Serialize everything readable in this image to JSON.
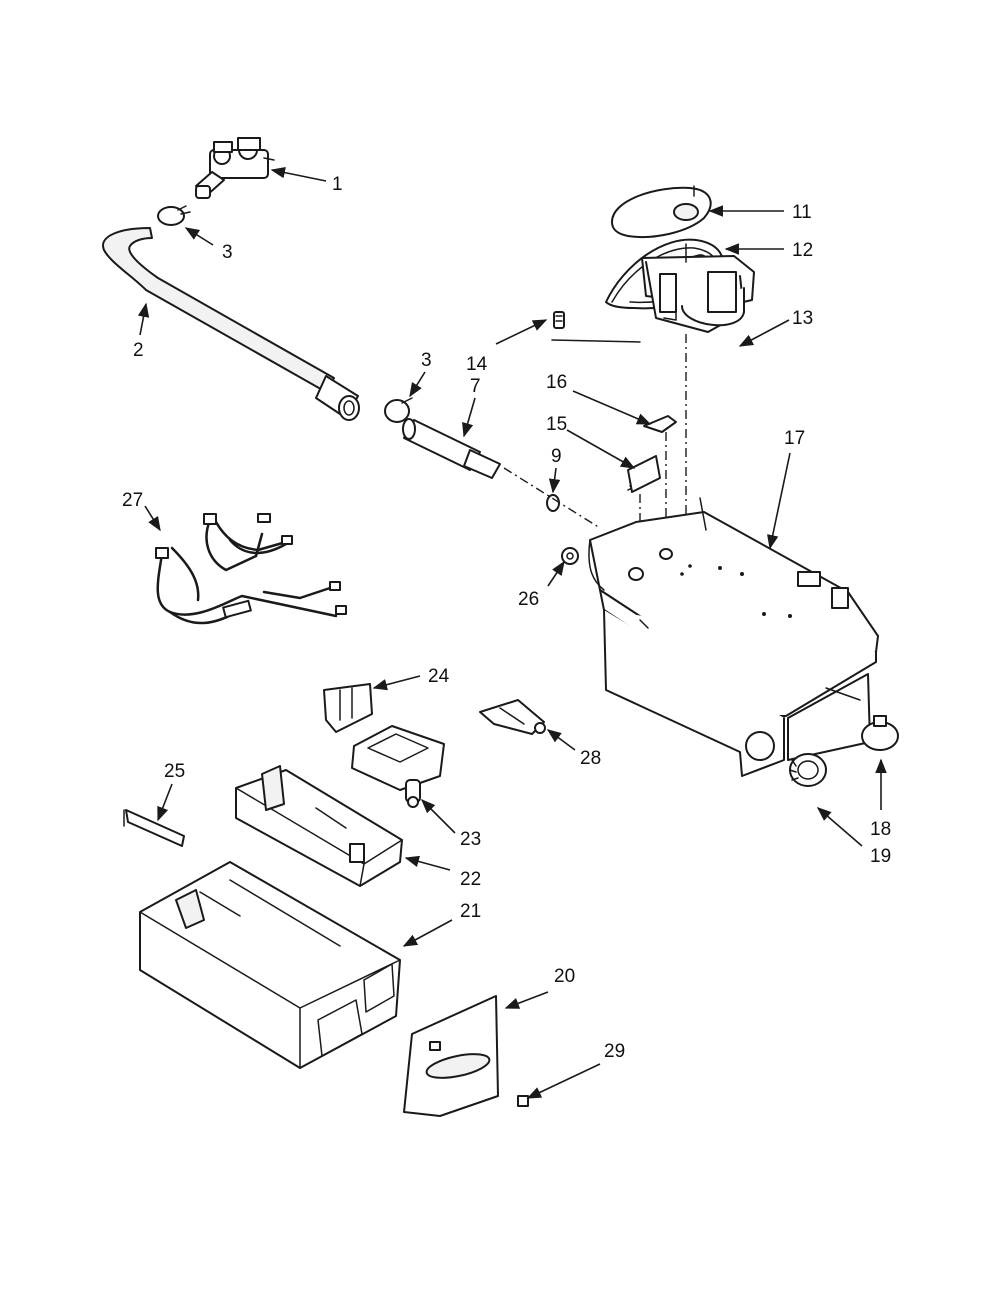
{
  "colors": {
    "background": "#ffffff",
    "line": "#1a1a1a"
  },
  "callouts": [
    {
      "key": "c1",
      "label": "1"
    },
    {
      "key": "c3a",
      "label": "3"
    },
    {
      "key": "c2",
      "label": "2"
    },
    {
      "key": "c3b",
      "label": "3"
    },
    {
      "key": "c7",
      "label": "7"
    },
    {
      "key": "c14",
      "label": "14"
    },
    {
      "key": "c11",
      "label": "11"
    },
    {
      "key": "c12",
      "label": "12"
    },
    {
      "key": "c13",
      "label": "13"
    },
    {
      "key": "c16",
      "label": "16"
    },
    {
      "key": "c15",
      "label": "15"
    },
    {
      "key": "c9",
      "label": "9"
    },
    {
      "key": "c17",
      "label": "17"
    },
    {
      "key": "c27",
      "label": "27"
    },
    {
      "key": "c26",
      "label": "26"
    },
    {
      "key": "c24",
      "label": "24"
    },
    {
      "key": "c28",
      "label": "28"
    },
    {
      "key": "c25",
      "label": "25"
    },
    {
      "key": "c23",
      "label": "23"
    },
    {
      "key": "c22",
      "label": "22"
    },
    {
      "key": "c21",
      "label": "21"
    },
    {
      "key": "c18",
      "label": "18"
    },
    {
      "key": "c19",
      "label": "19"
    },
    {
      "key": "c20",
      "label": "20"
    },
    {
      "key": "c29",
      "label": "29"
    }
  ]
}
